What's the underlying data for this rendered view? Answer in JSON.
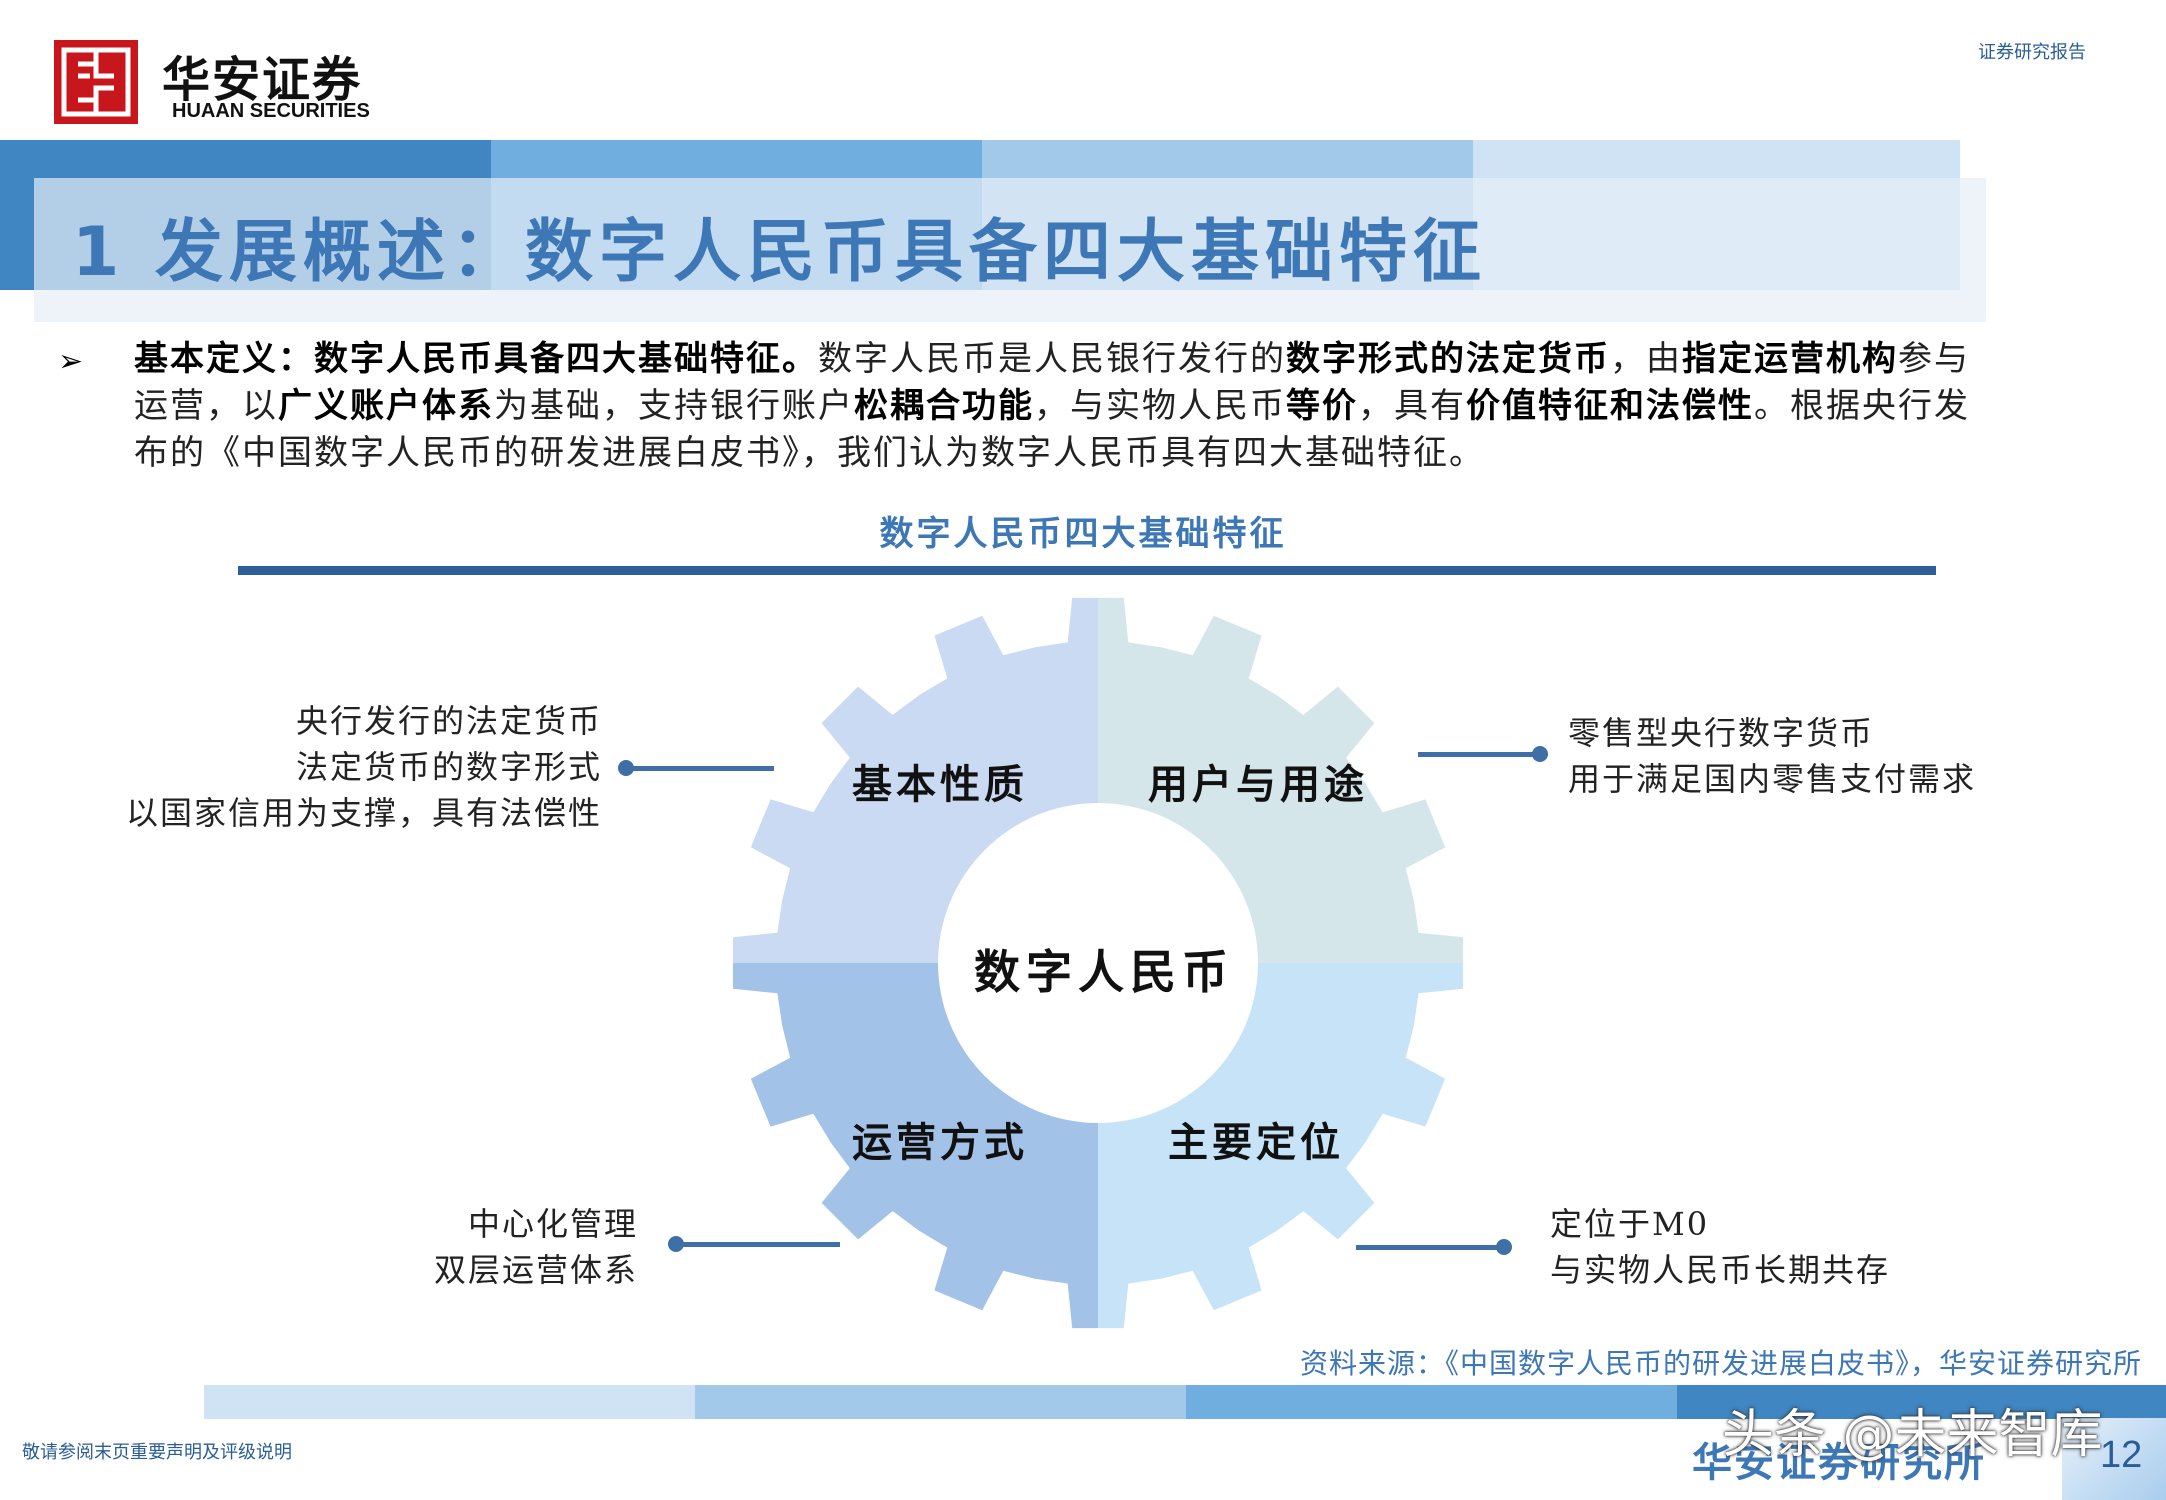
{
  "header": {
    "brand_cn": "华安证券",
    "brand_en": "HUAAN SECURITIES",
    "report_tag": "证券研究报告"
  },
  "title": "1 发展概述：数字人民币具备四大基础特征",
  "intro": {
    "bullet": "➢",
    "segments": [
      {
        "text": "基本定义：数字人民币具备四大基础特征。",
        "bold": true
      },
      {
        "text": "数字人民币是人民银行发行的",
        "bold": false
      },
      {
        "text": "数字形式的法定货币",
        "bold": true
      },
      {
        "text": "，由",
        "bold": false
      },
      {
        "text": "指定运营机构",
        "bold": true
      },
      {
        "text": "参与运营，以",
        "bold": false
      },
      {
        "text": "广义账户体系",
        "bold": true
      },
      {
        "text": "为基础，支持银行账户",
        "bold": false
      },
      {
        "text": "松耦合功能",
        "bold": true
      },
      {
        "text": "，与实物人民币",
        "bold": false
      },
      {
        "text": "等价",
        "bold": true
      },
      {
        "text": "，具有",
        "bold": false
      },
      {
        "text": "价值特征和法偿性",
        "bold": true
      },
      {
        "text": "。根据央行发布的《中国数字人民币的研发进展白皮书》，我们认为数字人民币具有四大基础特征。",
        "bold": false
      }
    ]
  },
  "diagram": {
    "title": "数字人民币四大基础特征",
    "center": "数字人民币",
    "quadrants": {
      "top_left": "基本性质",
      "top_right": "用户与用途",
      "bottom_left": "运营方式",
      "bottom_right": "主要定位"
    },
    "colors": {
      "top_left": "#c9daf2",
      "top_right": "#d5e6ea",
      "bottom_left": "#a3c2e8",
      "bottom_right": "#c6e3f8"
    },
    "notes": {
      "top_left": [
        "央行发行的法定货币",
        "法定货币的数字形式",
        "以国家信用为支撑，具有法偿性"
      ],
      "top_right": [
        "零售型央行数字货币",
        "用于满足国内零售支付需求"
      ],
      "bottom_left": [
        "中心化管理",
        "双层运营体系"
      ],
      "bottom_right": [
        "定位于M0",
        "与实物人民币长期共存"
      ]
    }
  },
  "source": "资料来源：《中国数字人民币的研发进展白皮书》，华安证券研究所",
  "footer": {
    "disclaimer": "敬请参阅末页重要声明及评级说明",
    "brand": "华安证券研究所",
    "page": "12",
    "watermark": "头条 @未来智库"
  }
}
